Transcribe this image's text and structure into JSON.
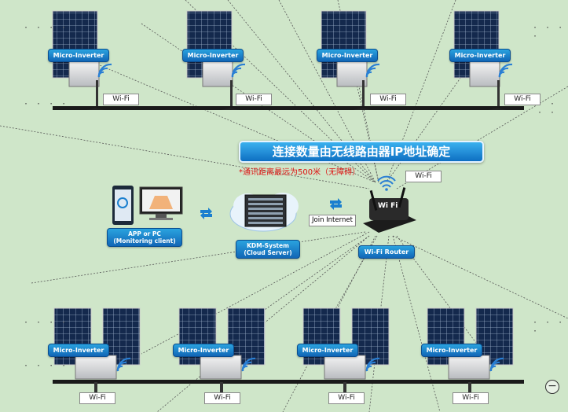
{
  "title": "连接数量由无线路由器IP地址确定",
  "subtitle": "*通讯距离最远为500米（无障碍）",
  "micro_inverter_label": "Micro-Inverter",
  "wifi_label": "Wi-Fi",
  "router_wifi_label": "Wi-Fi",
  "router_badge": "Wi Fi",
  "router_label": "Wi-Fi Router",
  "join_internet_label": "Join Internet",
  "app": {
    "line1": "APP or PC",
    "line2": "(Monitoring client)"
  },
  "cloud": {
    "line1": "KDM-System",
    "line2": "(Cloud Server)"
  },
  "ellipsis": "· · · ·",
  "zoom_icon": "minus-circle-icon",
  "colors": {
    "background": "#cfe6c9",
    "label_blue": "#1a7fcf",
    "panel": "#14294d",
    "note_red": "#dd1111"
  }
}
